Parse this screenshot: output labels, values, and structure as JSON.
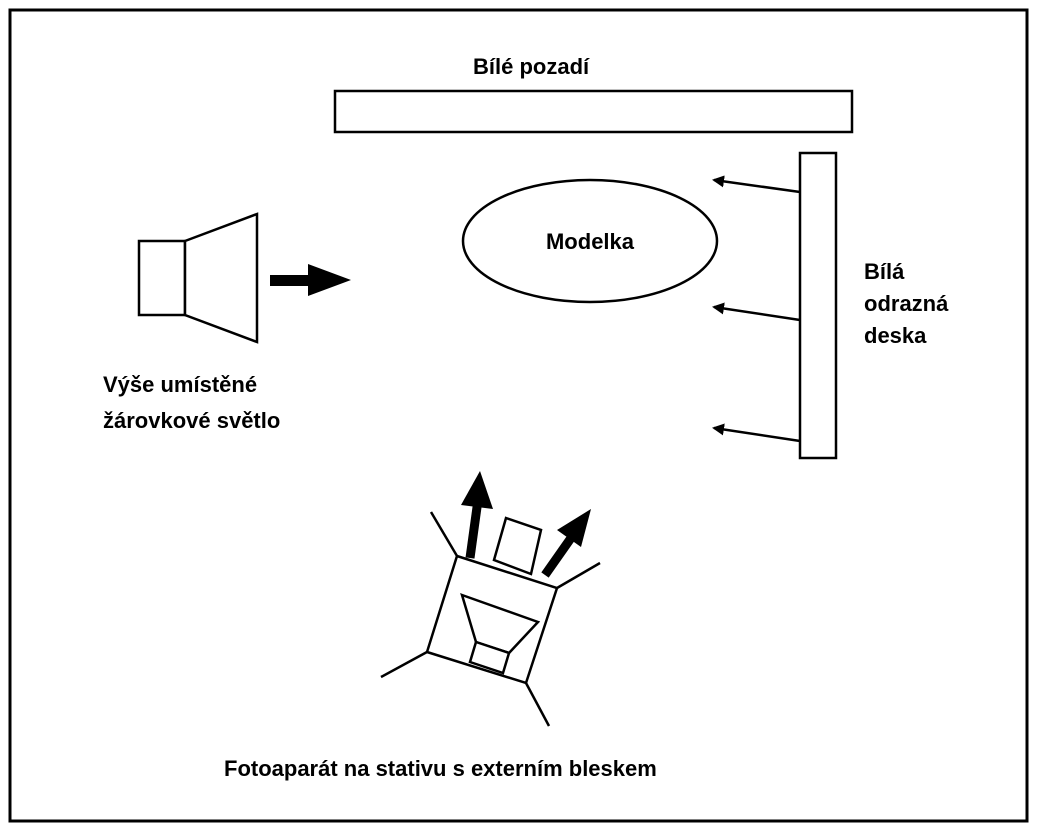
{
  "labels": {
    "background": "Bílé pozadí",
    "model": "Modelka",
    "reflector": [
      "Bílá",
      "odrazná",
      "deska"
    ],
    "light": [
      "Výše umístěné",
      "žárovkové světlo"
    ],
    "camera": "Fotoaparát na stativu s externím bleskem"
  },
  "colors": {
    "stroke": "#000000",
    "fill": "#ffffff"
  }
}
